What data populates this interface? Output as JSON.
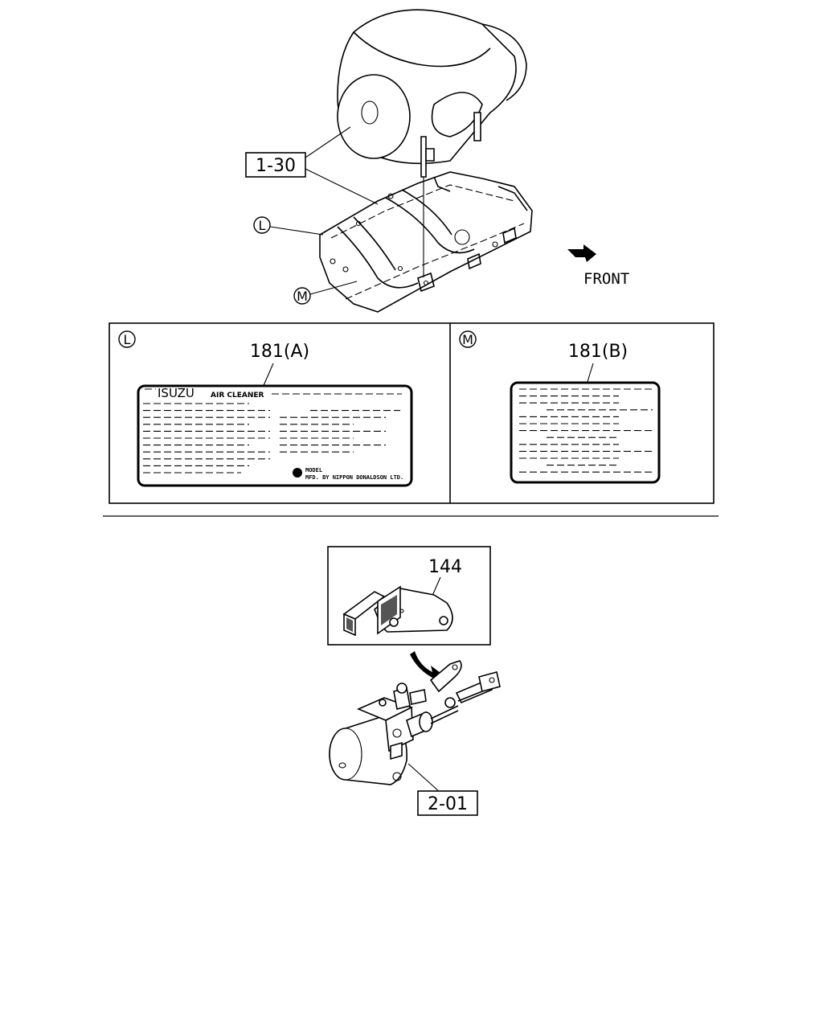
{
  "callouts": {
    "upper_ref": "1-30",
    "lower_ref": "2-01",
    "label_a_part": "181(A)",
    "label_b_part": "181(B)",
    "bracket_part": "144"
  },
  "view_markers": {
    "left": "L",
    "middle": "M"
  },
  "direction": {
    "label": "FRONT"
  },
  "label_plate_a": {
    "brand": "ISUZU",
    "product": "AIR CLEANER",
    "model_label": "MODEL",
    "manufacturer": "MFD. BY NIPPON DONALDSON LTD."
  }
}
